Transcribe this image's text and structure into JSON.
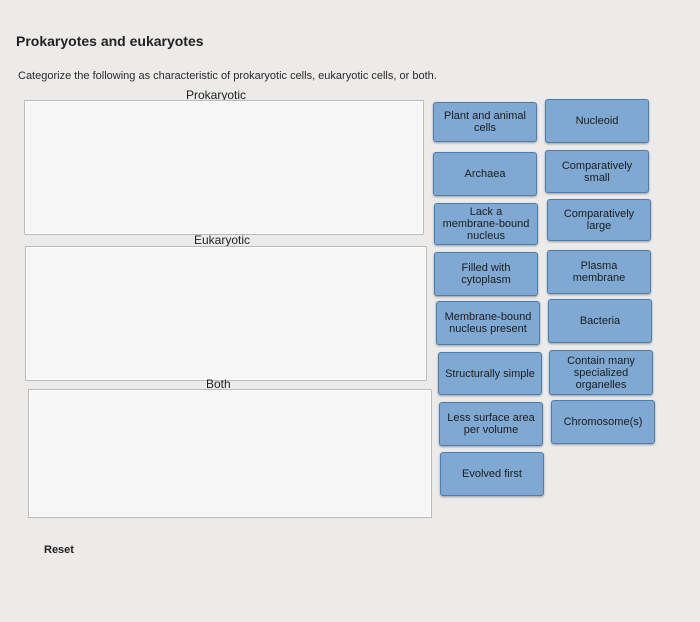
{
  "header": {
    "title": "Prokaryotes and eukaryotes",
    "instructions": "Categorize the following as characteristic of prokaryotic cells, eukaryotic cells, or both."
  },
  "zones": {
    "prokaryotic": "Prokaryotic",
    "eukaryotic": "Eukaryotic",
    "both": "Both"
  },
  "cards": [
    "Plant and animal cells",
    "Nucleoid",
    "Archaea",
    "Comparatively small",
    "Lack a membrane-bound nucleus",
    "Comparatively large",
    "Filled with cytoplasm",
    "Plasma membrane",
    "Membrane-bound nucleus present",
    "Bacteria",
    "Structurally simple",
    "Contain many specialized organelles",
    "Less surface area per volume",
    "Chromosome(s)",
    "Evolved first"
  ],
  "footer": {
    "reset_label": "Reset"
  },
  "colors": {
    "card_fill": "#7fa9d3",
    "card_border": "#4b7fb0",
    "background": "#ecebea"
  }
}
